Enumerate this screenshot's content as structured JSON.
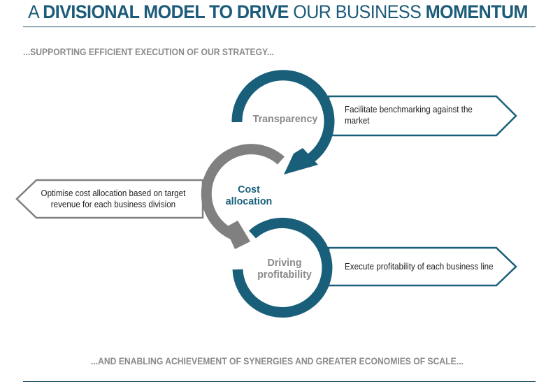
{
  "header": {
    "title_parts": [
      {
        "text": "A ",
        "bold": false
      },
      {
        "text": "DIVISIONAL MODEL TO DRIVE",
        "bold": true
      },
      {
        "text": " OUR BUSINESS ",
        "bold": false
      },
      {
        "text": "MOMENTUM",
        "bold": true
      }
    ],
    "subtitle_top": "...SUPPORTING EFFICIENT EXECUTION OF OUR STRATEGY...",
    "subtitle_bottom": "...AND ENABLING ACHIEVEMENT OF SYNERGIES AND GREATER ECONOMIES OF SCALE..."
  },
  "colors": {
    "teal": "#1a5f7a",
    "gray": "#808080",
    "title": "#1c5b79",
    "label_gray": "#8a8a8a"
  },
  "cycle": [
    {
      "label": "Transparency",
      "color": "teal",
      "callout": "Facilitate benchmarking against the market",
      "callout_line1": "Facilitate benchmarking against the",
      "callout_line2": "market",
      "callout_direction": "right"
    },
    {
      "label_line1": "Cost",
      "label_line2": "allocation",
      "color": "gray",
      "callout_line1": "Optimise cost allocation based on target",
      "callout_line2": "revenue for each business division",
      "callout_direction": "left"
    },
    {
      "label_line1": "Driving",
      "label_line2": "profitability",
      "color": "teal",
      "callout_line1": "Execute profitability of each business line",
      "callout_direction": "right"
    }
  ]
}
